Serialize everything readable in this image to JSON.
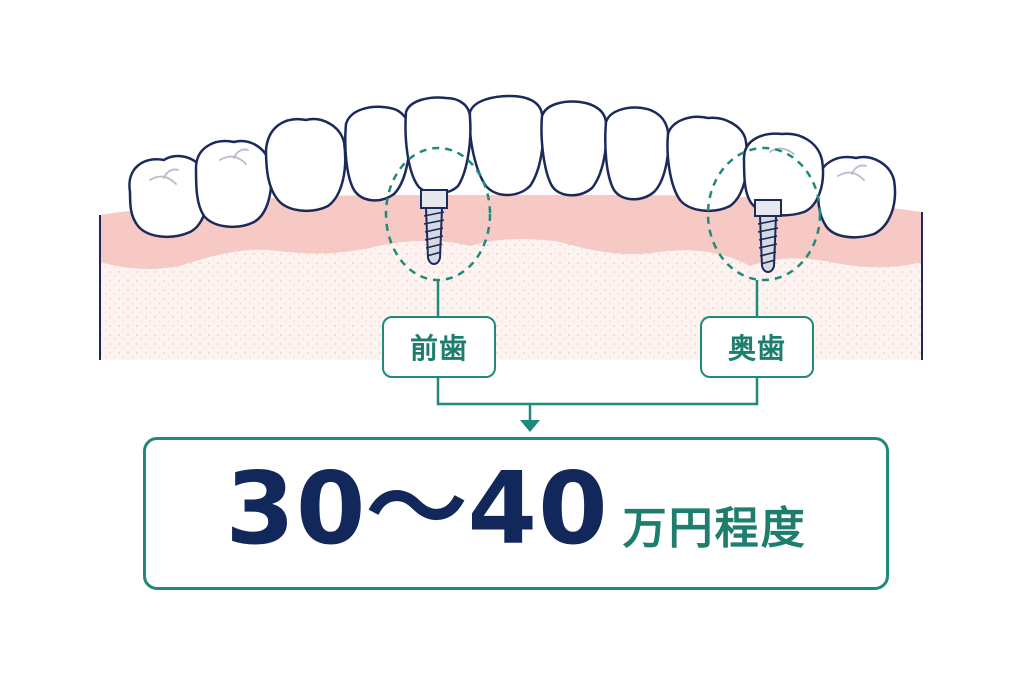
{
  "labels": {
    "front_teeth": "前歯",
    "back_teeth": "奥歯"
  },
  "price": {
    "range": "30〜40",
    "unit": "万円程度"
  },
  "colors": {
    "accent": "#1f8a7a",
    "accent_text": "#1f7d6e",
    "price_text": "#13285a",
    "tooth_outline": "#1b2a5a",
    "gum": "#f6c9c4",
    "bone": "#fdf5f3"
  },
  "icons": [
    "tooth-icon",
    "implant-icon",
    "arrow-down-icon"
  ]
}
